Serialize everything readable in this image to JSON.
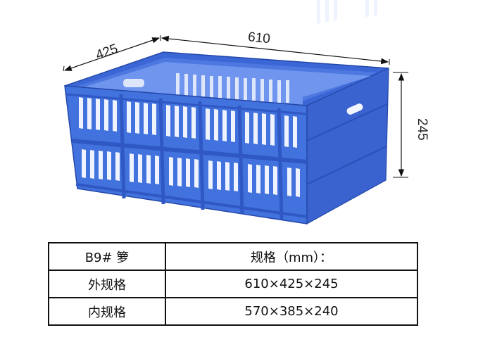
{
  "dimensions": {
    "width": "425",
    "length": "610",
    "height": "245"
  },
  "table": {
    "header": {
      "model": "B9# 箩",
      "spec": "规格（mm）："
    },
    "rows": [
      {
        "label": "外规格",
        "value": "610×425×245"
      },
      {
        "label": "内规格",
        "value": "570×385×240"
      }
    ]
  },
  "colors": {
    "crate_light": "#5b86e6",
    "crate_main": "#3b66d6",
    "crate_dark": "#2a4fb8",
    "slot": "#eef3ff",
    "line": "#111111"
  }
}
